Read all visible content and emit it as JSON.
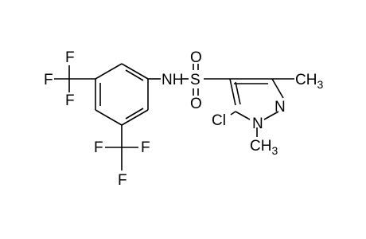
{
  "molecule": {
    "atoms": {
      "f1": "F",
      "f2": "F",
      "f3": "F",
      "f4": "F",
      "f5": "F",
      "f6": "F",
      "nh": "NH",
      "s": "S",
      "o1": "O",
      "o2": "O",
      "cl": "Cl",
      "n1": "N",
      "n2": "N",
      "methyl1": "CH",
      "methyl1_sub": "3",
      "methyl2": "CH",
      "methyl2_sub": "3"
    }
  }
}
